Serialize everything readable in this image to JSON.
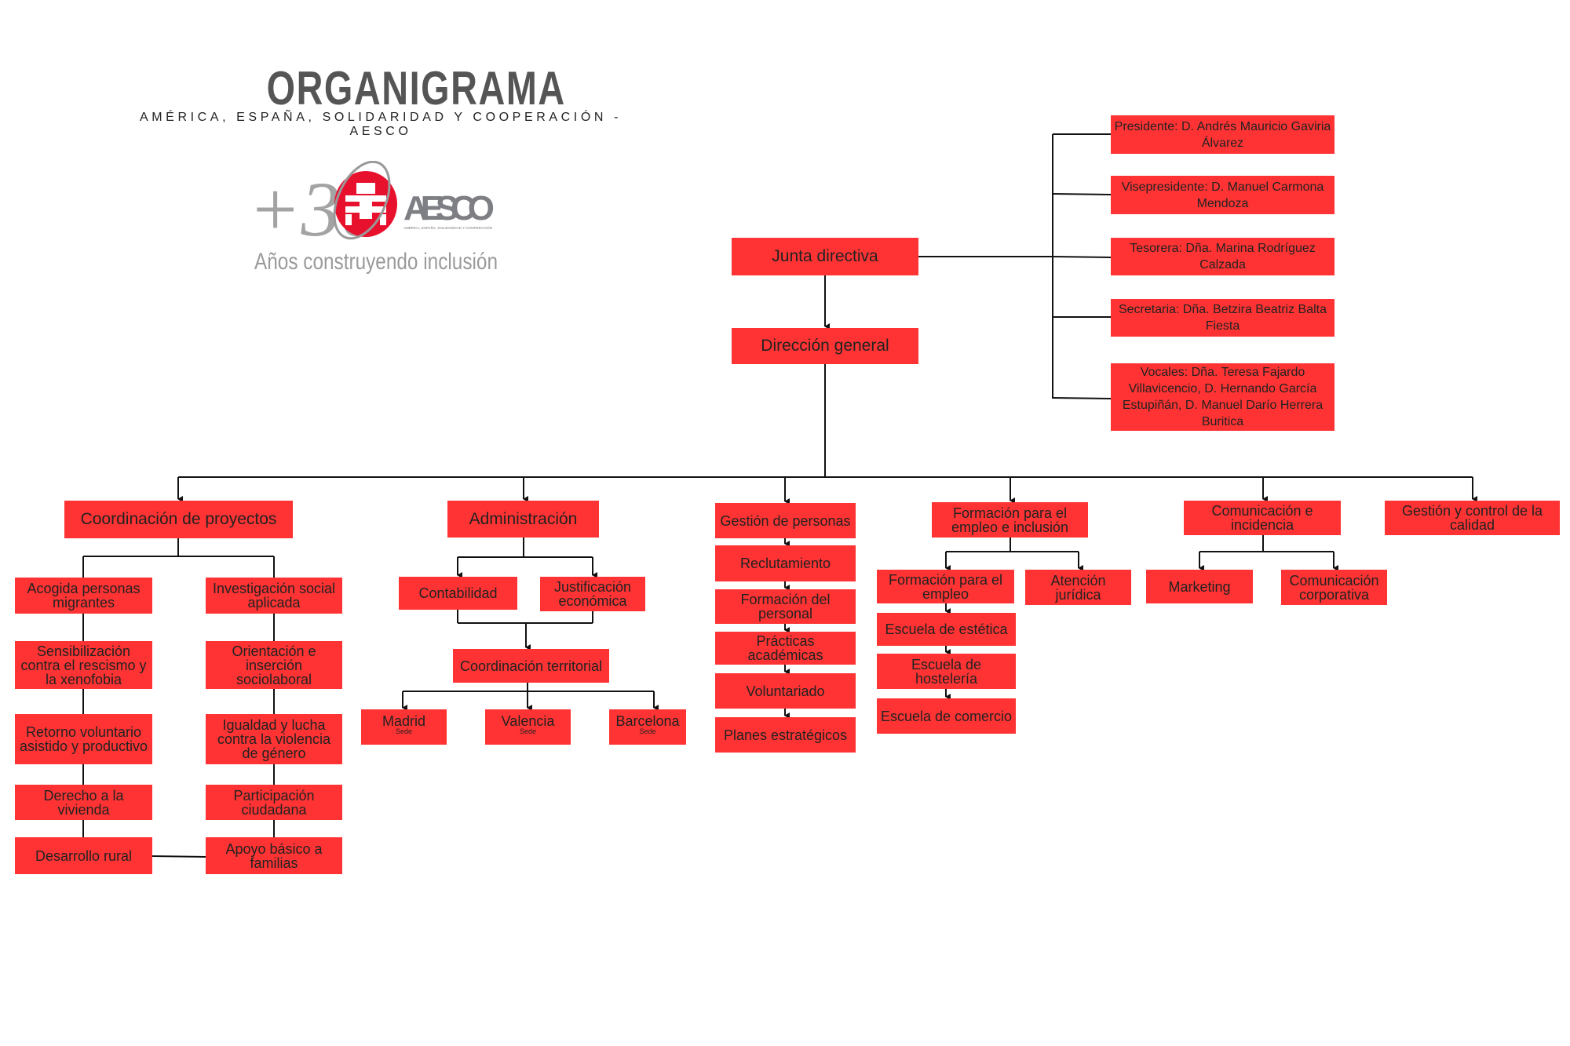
{
  "header": {
    "title": "ORGANIGRAMA",
    "subtitle": "AMÉRICA, ESPAÑA, SOLIDARIDAD Y COOPERACIÓN -AESCO"
  },
  "logo": {
    "anniversary": "+30",
    "brand": "AESCO",
    "brand_tagline": "AMÉRICA, ESPAÑA, SOLIDARIDAD Y COOPERACIÓN",
    "slogan": "Años construyendo inclusión"
  },
  "colors": {
    "box": "#ff3333",
    "text": "#222222",
    "title": "#555555",
    "line": "#111111"
  },
  "board": {
    "junta": "Junta directiva",
    "direccion": "Dirección general",
    "members": [
      "Presidente: D. Andrés Mauricio Gaviria Álvarez",
      "Visepresidente: D. Manuel Carmona Mendoza",
      "Tesorera: Dña. Marina Rodríguez Calzada",
      "Secretaria: Dña. Betzira Beatriz Balta Fiesta",
      "Vocales: Dña. Teresa Fajardo Villavicencio, D. Hernando García Estupiñán, D. Manuel Darío Herrera Buritica"
    ]
  },
  "areas": {
    "proyectos": {
      "label": "Coordinación de proyectos",
      "left": [
        "Acogida personas migrantes",
        "Sensibilización contra el rescismo y la xenofobia",
        "Retorno voluntario asistido y productivo",
        "Derecho a la vivienda",
        "Desarrollo rural"
      ],
      "right": [
        "Investigación social aplicada",
        "Orientación e inserción sociolaboral",
        "Igualdad y lucha contra la violencia de género",
        "Participación ciudadana",
        "Apoyo básico a familias"
      ]
    },
    "administracion": {
      "label": "Administración",
      "children": [
        "Contabilidad",
        "Justificación económica"
      ],
      "territorial": "Coordinación territorial",
      "sedes": [
        {
          "city": "Madrid",
          "tag": "Sede"
        },
        {
          "city": "Valencia",
          "tag": "Sede"
        },
        {
          "city": "Barcelona",
          "tag": "Sede"
        }
      ]
    },
    "personas": {
      "label": "Gestión de personas",
      "children": [
        "Reclutamiento",
        "Formación del personal",
        "Prácticas académicas",
        "Voluntariado",
        "Planes estratégicos"
      ]
    },
    "formacion": {
      "label": "Formación para el empleo e inclusión",
      "children": [
        "Formación para el empleo",
        "Atención jurídica"
      ],
      "escuelas": [
        "Escuela de estética",
        "Escuela de hostelería",
        "Escuela de comercio"
      ]
    },
    "comunicacion": {
      "label": "Comunicación e incidencia",
      "children": [
        "Marketing",
        "Comunicación corporativa"
      ]
    },
    "calidad": {
      "label": "Gestión y control de la calidad"
    }
  }
}
